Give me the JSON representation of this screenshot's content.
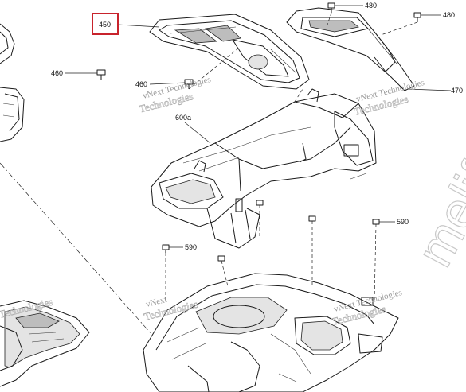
{
  "callouts": {
    "c450": "450",
    "c480_a": "480",
    "c480_b": "480",
    "c460_left": "460",
    "c460_mid": "460",
    "c470": "470",
    "c600a": "600a",
    "c590_left": "590",
    "c590_right": "590"
  },
  "watermarks": {
    "w1_line1": "vNext Technologies",
    "w1_line2": "Technologies",
    "w2_line1": "vNext Technologies",
    "w2_line2": "Technologies",
    "w3_line1": "vNext",
    "w3_line2": "Technologies",
    "w4_line1": "vNext Technologies",
    "w4_line2": "Technologies",
    "w5_line1": "Technologies",
    "big": "melife"
  },
  "colors": {
    "highlight": "#c8232c",
    "line": "#1a1a1a",
    "watermark": "#9a9a9a"
  }
}
